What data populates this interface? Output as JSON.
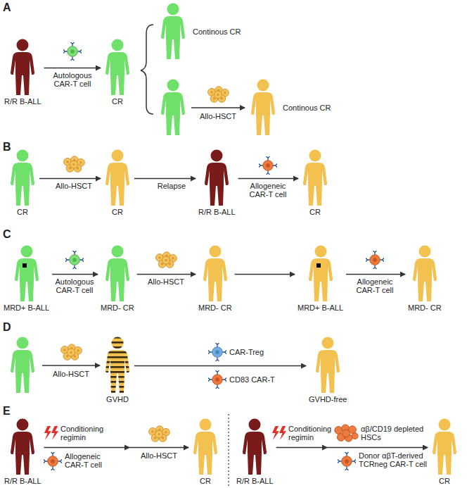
{
  "diagram": {
    "nodes": [
      {
        "text": [
          "R/R B-ALL"
        ]
      },
      {
        "text": [
          "CR"
        ]
      },
      {
        "text": [
          "Continous CR"
        ]
      },
      {
        "text": [
          "Continous CR"
        ]
      },
      {
        "text": [
          "CR"
        ]
      },
      {
        "text": [
          "CR"
        ]
      },
      {
        "text": [
          "R/R B-ALL"
        ]
      },
      {
        "text": [
          "CR"
        ]
      },
      {
        "text": [
          "MRD+ B-ALL"
        ]
      },
      {
        "text": [
          "MRD- CR"
        ]
      },
      {
        "text": [
          "MRD- CR"
        ]
      },
      {
        "text": [
          "MRD+ B-ALL"
        ]
      },
      {
        "text": [
          "MRD- CR"
        ]
      },
      {
        "text": [
          "GVHD"
        ]
      },
      {
        "text": [
          "GVHD-free"
        ]
      },
      {
        "text": [
          "R/R B-ALL"
        ]
      },
      {
        "text": [
          "CR"
        ]
      },
      {
        "text": [
          "R/R B-ALL"
        ]
      },
      {
        "text": [
          "CR"
        ]
      }
    ],
    "edges": [
      {
        "from": 0,
        "to": 1,
        "arrow": "to",
        "label": "Autologous CAR-T cell"
      },
      {
        "from": 4,
        "to": 5,
        "arrow": "to",
        "label": "Allo-HSCT"
      },
      {
        "from": 5,
        "to": 6,
        "arrow": "to",
        "label": "Relapse"
      },
      {
        "from": 6,
        "to": 7,
        "arrow": "to",
        "label": "Allogeneic CAR-T cell"
      },
      {
        "from": 8,
        "to": 9,
        "arrow": "to",
        "label": "Autologous CAR-T cell"
      },
      {
        "from": 9,
        "to": 10,
        "arrow": "to",
        "label": "Allo-HSCT"
      },
      {
        "from": 10,
        "to": 11,
        "arrow": "to"
      },
      {
        "from": 11,
        "to": 12,
        "arrow": "to",
        "label": "Allogeneic CAR-T cell"
      },
      {
        "from": 13,
        "to": 14,
        "arrow": "to",
        "label": "CAR-Treg"
      },
      {
        "from": 15,
        "to": 16,
        "arrow": "to",
        "label": "Conditioning regimin"
      },
      {
        "from": 17,
        "to": 18,
        "arrow": "to",
        "label": "Conditioning regimin"
      }
    ],
    "labels": [
      "A",
      "B",
      "C",
      "D",
      "E",
      "Allo-HSCT",
      "Allo-HSCT",
      "CD83 CAR-T",
      "Allogeneic CAR-T cell",
      "Allo-HSCT",
      "αβ/CD19 depleted HSCs",
      "Donor αβT-derived TCRneg CAR-T cell"
    ]
  }
}
